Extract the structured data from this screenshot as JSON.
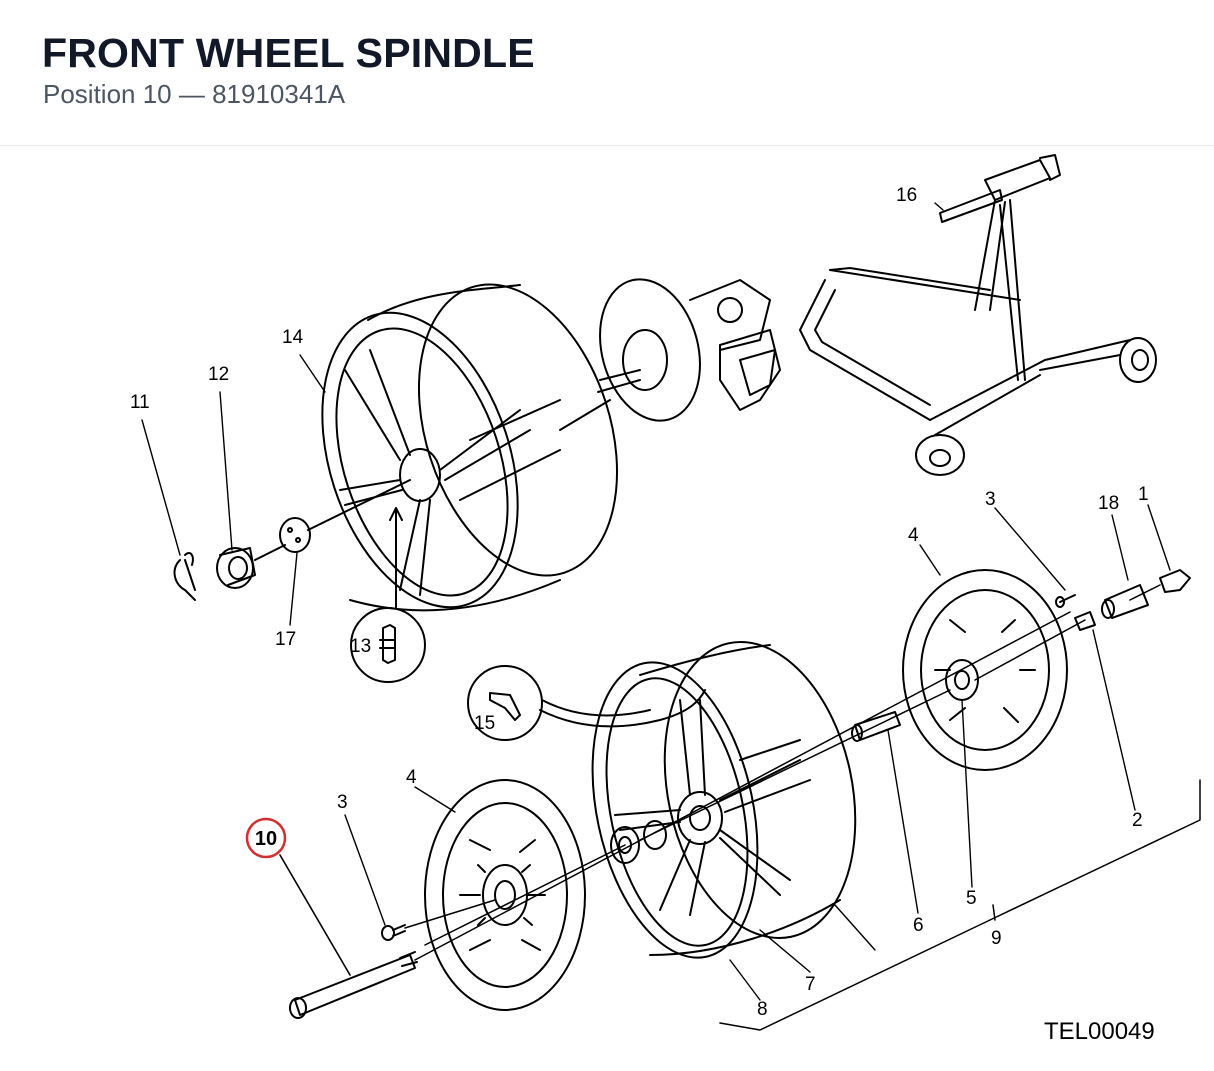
{
  "header": {
    "title": "FRONT WHEEL SPINDLE",
    "subtitle": "Position 10 — 81910341A"
  },
  "diagram": {
    "code": "TEL00049",
    "highlight_color": "#d32f2f",
    "highlighted_callout": "10",
    "callouts": {
      "c1": "1",
      "c2": "2",
      "c3a": "3",
      "c3b": "3",
      "c4a": "4",
      "c4b": "4",
      "c5": "5",
      "c6": "6",
      "c7": "7",
      "c8": "8",
      "c9": "9",
      "c10": "10",
      "c11": "11",
      "c12": "12",
      "c13": "13",
      "c14": "14",
      "c15": "15",
      "c16": "16",
      "c17": "17",
      "c18": "18"
    }
  }
}
